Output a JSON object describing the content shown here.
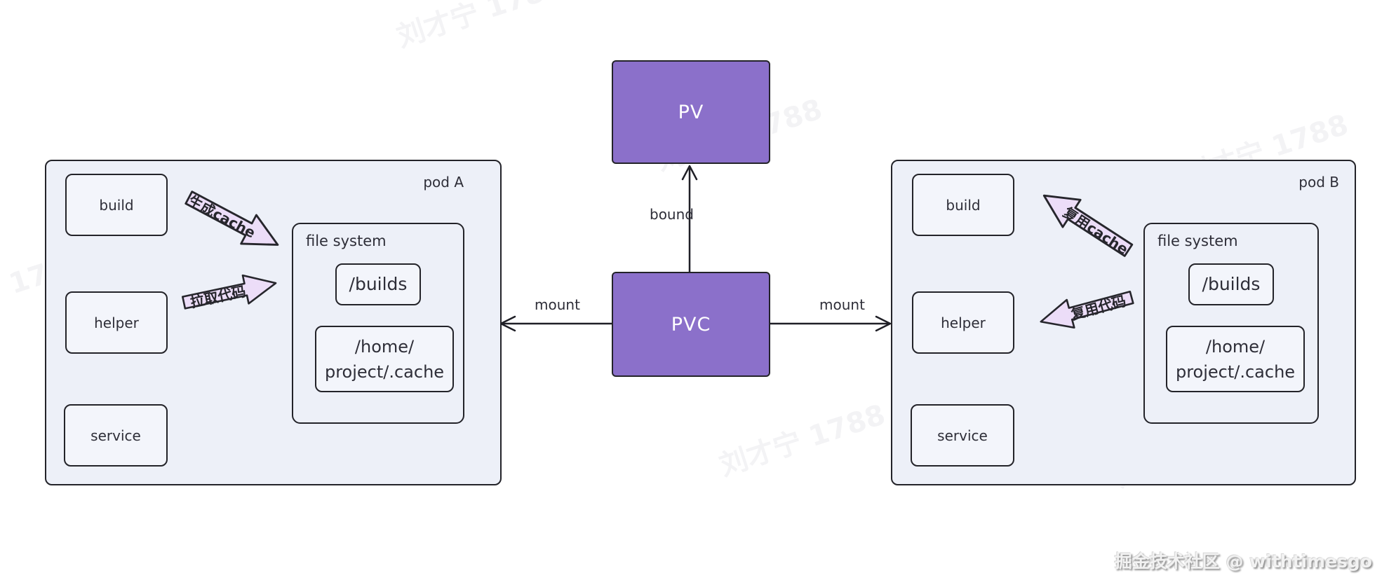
{
  "diagram": {
    "pv_label": "PV",
    "pvc_label": "PVC",
    "bound_label": "bound",
    "mount_left_label": "mount",
    "mount_right_label": "mount"
  },
  "pod_a": {
    "title": "pod A",
    "boxes": [
      "build",
      "helper",
      "service"
    ],
    "fs_title": "file system",
    "fs_path1": "/builds",
    "fs_path2_line1": "/home/",
    "fs_path2_line2": "project/.cache",
    "arrow1_label": "生成cache",
    "arrow2_label": "拉取代码"
  },
  "pod_b": {
    "title": "pod B",
    "boxes": [
      "build",
      "helper",
      "service"
    ],
    "fs_title": "file system",
    "fs_path1": "/builds",
    "fs_path2_line1": "/home/",
    "fs_path2_line2": "project/.cache",
    "arrow1_label": "复用cache",
    "arrow2_label": "复用代码"
  },
  "watermark": {
    "text": "刘才宁 1788"
  },
  "credit": {
    "text": "掘金技术社区 @ withtimesgo"
  },
  "colors": {
    "purple": "#8b70ca",
    "pod_fill": "#edf0f8",
    "box_fill": "#f3f5fb",
    "arrow_fill": "#ecddf8"
  }
}
